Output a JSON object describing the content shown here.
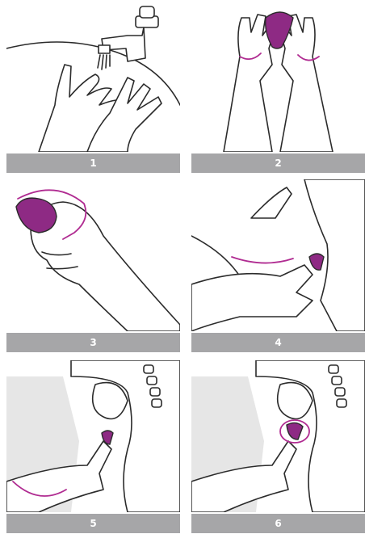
{
  "steps": [
    {
      "label": "1"
    },
    {
      "label": "2"
    },
    {
      "label": "3"
    },
    {
      "label": "4"
    },
    {
      "label": "5"
    },
    {
      "label": "6"
    }
  ],
  "colors": {
    "label_bar": "#a6a6a8",
    "cup": "#8e2a84",
    "arrow": "#b02b91",
    "line": "#2b2b2b",
    "shade": "#e6e6e6"
  }
}
